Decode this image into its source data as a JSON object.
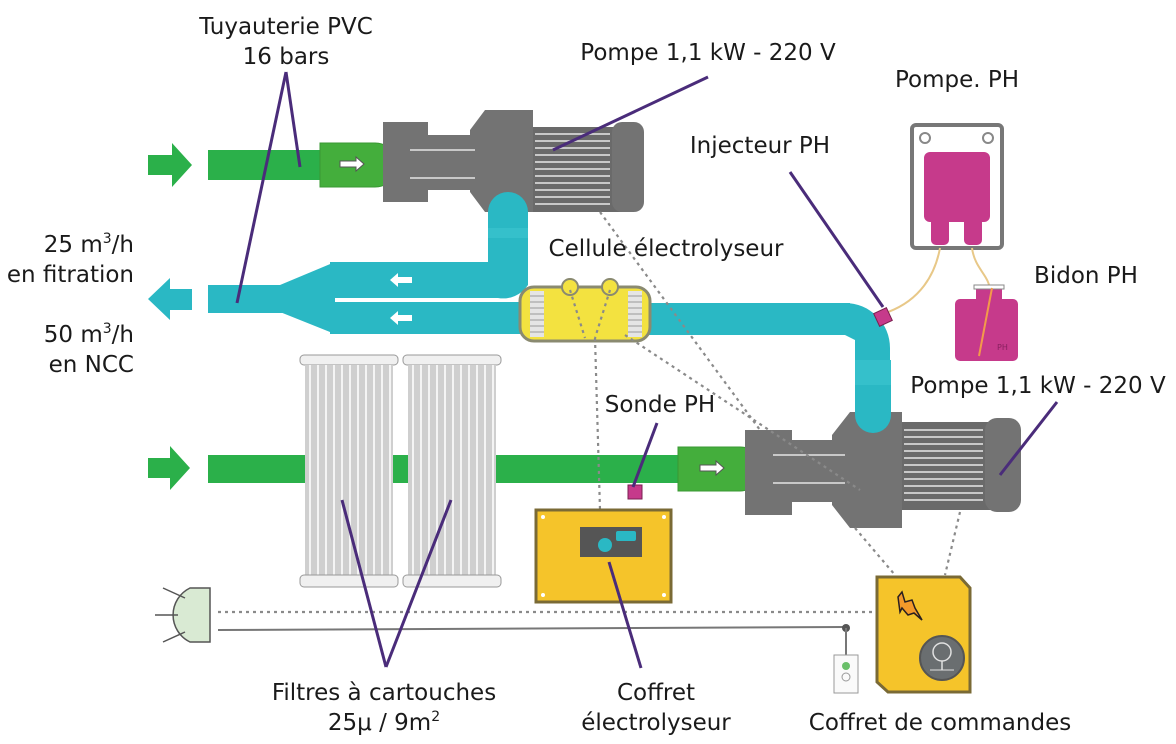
{
  "title": "Schéma d'installation de filtration piscine avec électrolyseur et régulation PH",
  "labels": {
    "pipe_pvc": [
      "Tuyauterie PVC",
      "16 bars"
    ],
    "pump_top": "Pompe 1,1 kW - 220 V",
    "ph_pump": "Pompe. PH",
    "ph_injector": "Injecteur PH",
    "electrolysis_cell": "Cellule électrolyseur",
    "ph_tank": "Bidon PH",
    "flow_filtration": {
      "value": "25 m",
      "sup": "3",
      "unit": "/h",
      "line2": "en fitration"
    },
    "flow_ncc": {
      "value": "50 m",
      "sup": "3",
      "unit": "/h",
      "line2": "en NCC"
    },
    "pump_bottom": "Pompe 1,1 kW - 220 V",
    "ph_probe": "Sonde PH",
    "cartridge_filters": {
      "line1": "Filtres à cartouches",
      "line2_prefix": "25μ / 9m",
      "line2_sup": "2"
    },
    "electrolysis_box": [
      "Coffret",
      "électrolyseur"
    ],
    "control_box": "Coffret de commandes",
    "ph_tank_mark": "PH"
  },
  "colors": {
    "intake_pipe": "#2bb04a",
    "return_pipe": "#2ab8c4",
    "pump_body": "#737373",
    "ph_equipment": "#c63a8b",
    "control_boxes": "#f5c42a",
    "leader_lines": "#4a2c7a"
  }
}
